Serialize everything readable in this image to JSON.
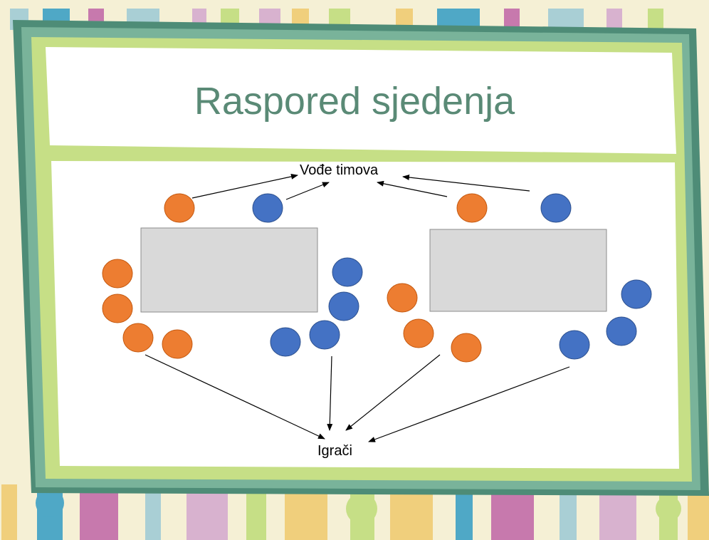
{
  "slide": {
    "title": "Raspored sjedenja",
    "label_leaders": "Vođe timova",
    "label_players": "Igrači"
  },
  "colors": {
    "title": "#5a8a76",
    "frame_dark": "#4e8c77",
    "frame_light": "#c6df86",
    "orange_seat": "#ed7d31",
    "blue_seat": "#4472c4",
    "table": "#d9d9d9",
    "background": "#f5f0d5"
  },
  "legend": {
    "orange_seats": "orange-seat",
    "blue_seats": "blue-seat"
  }
}
